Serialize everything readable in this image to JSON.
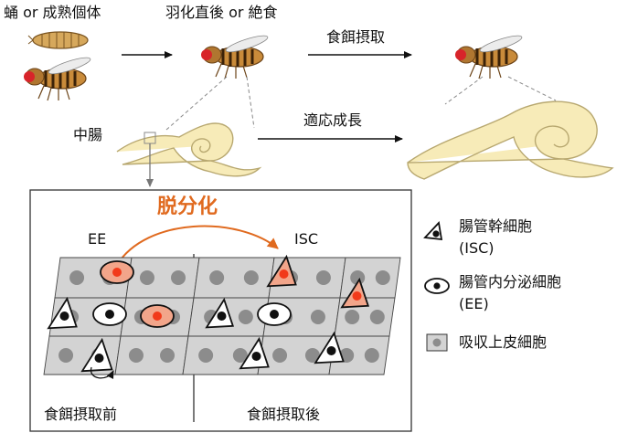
{
  "top_row": {
    "stage_1": "蛹 or 成熟個体",
    "stage_2": "羽化直後 or 絶食",
    "arrow_label_feeding": "食餌摂取"
  },
  "gut_row": {
    "midgut_label": "中腸",
    "arrow_label_growth": "適応成長"
  },
  "panel": {
    "title": "脱分化",
    "left_cell_label": "EE",
    "right_cell_label": "ISC",
    "before_label": "食餌摂取前",
    "after_label": "食餌摂取後"
  },
  "legend": [
    {
      "line1": "腸管幹細胞",
      "line2": "(ISC)",
      "symbol": "triangle"
    },
    {
      "line1": "腸管内分泌細胞",
      "line2": "(EE)",
      "symbol": "oval"
    },
    {
      "line1": "吸収上皮細胞",
      "line2": "",
      "symbol": "square"
    }
  ],
  "colors": {
    "accent_orange": "#e06a1f",
    "converting_cell_fill": "#f2a58a",
    "converting_nucleus": "#f23a1a",
    "epithelium_fill": "#d3d3d3",
    "nucleus_gray": "#8c8c8c",
    "gut_fill": "#f7ebb8",
    "gut_stroke": "#b8a870"
  }
}
